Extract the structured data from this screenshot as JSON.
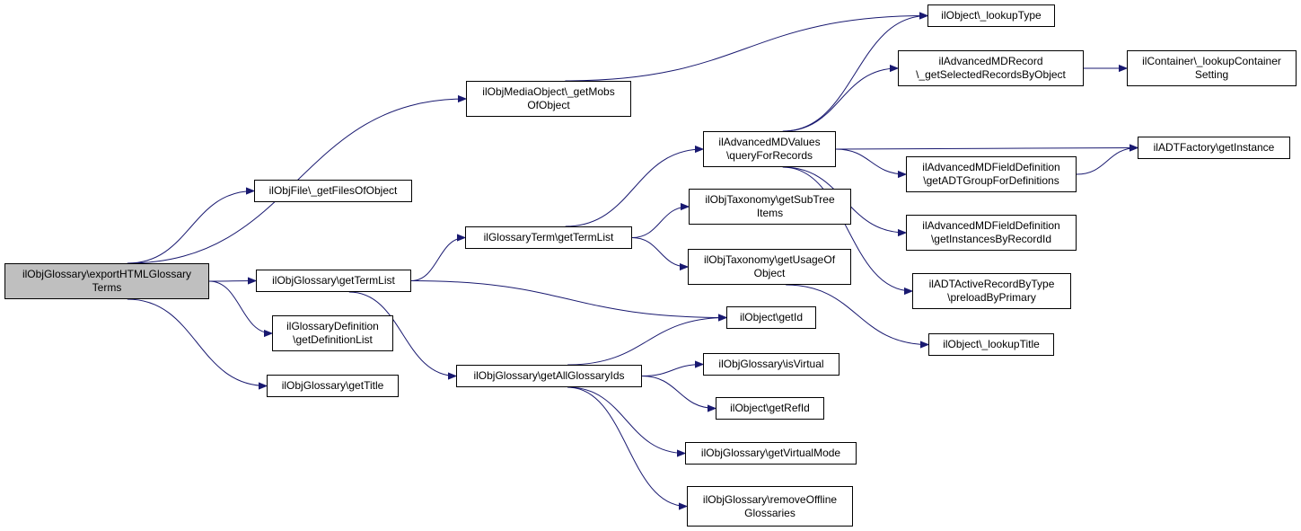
{
  "graph": {
    "nodes": [
      {
        "id": "root",
        "lines": [
          "ilObjGlossary\\exportHTMLGlossary",
          "Terms"
        ],
        "root": true
      },
      {
        "id": "getFilesOfObject",
        "lines": [
          "ilObjFile\\_getFilesOfObject"
        ]
      },
      {
        "id": "getMobsOfObject",
        "lines": [
          "ilObjMediaObject\\_getMobs",
          "OfObject"
        ]
      },
      {
        "id": "objGlossaryGetTermList",
        "lines": [
          "ilObjGlossary\\getTermList"
        ]
      },
      {
        "id": "getDefinitionList",
        "lines": [
          "ilGlossaryDefinition",
          "\\getDefinitionList"
        ]
      },
      {
        "id": "getTitle",
        "lines": [
          "ilObjGlossary\\getTitle"
        ]
      },
      {
        "id": "lookupType",
        "lines": [
          "ilObject\\_lookupType"
        ]
      },
      {
        "id": "getSelectedRecordsByObject",
        "lines": [
          "ilAdvancedMDRecord",
          "\\_getSelectedRecordsByObject"
        ]
      },
      {
        "id": "lookupContainerSetting",
        "lines": [
          "ilContainer\\_lookupContainer",
          "Setting"
        ]
      },
      {
        "id": "queryForRecords",
        "lines": [
          "ilAdvancedMDValues",
          "\\queryForRecords"
        ]
      },
      {
        "id": "adtFactoryGetInstance",
        "lines": [
          "ilADTFactory\\getInstance"
        ]
      },
      {
        "id": "getADTGroupForDefinitions",
        "lines": [
          "ilAdvancedMDFieldDefinition",
          "\\getADTGroupForDefinitions"
        ]
      },
      {
        "id": "getInstancesByRecordId",
        "lines": [
          "ilAdvancedMDFieldDefinition",
          "\\getInstancesByRecordId"
        ]
      },
      {
        "id": "preloadByPrimary",
        "lines": [
          "ilADTActiveRecordByType",
          "\\preloadByPrimary"
        ]
      },
      {
        "id": "glossaryTermGetTermList",
        "lines": [
          "ilGlossaryTerm\\getTermList"
        ]
      },
      {
        "id": "getSubTreeItems",
        "lines": [
          "ilObjTaxonomy\\getSubTree",
          "Items"
        ]
      },
      {
        "id": "getUsageOfObject",
        "lines": [
          "ilObjTaxonomy\\getUsageOf",
          "Object"
        ]
      },
      {
        "id": "lookupTitle",
        "lines": [
          "ilObject\\_lookupTitle"
        ]
      },
      {
        "id": "getId",
        "lines": [
          "ilObject\\getId"
        ]
      },
      {
        "id": "getAllGlossaryIds",
        "lines": [
          "ilObjGlossary\\getAllGlossaryIds"
        ]
      },
      {
        "id": "isVirtual",
        "lines": [
          "ilObjGlossary\\isVirtual"
        ]
      },
      {
        "id": "getRefId",
        "lines": [
          "ilObject\\getRefId"
        ]
      },
      {
        "id": "getVirtualMode",
        "lines": [
          "ilObjGlossary\\getVirtualMode"
        ]
      },
      {
        "id": "removeOfflineGlossaries",
        "lines": [
          "ilObjGlossary\\removeOffline",
          "Glossaries"
        ]
      }
    ],
    "edges": [
      [
        "root",
        "getFilesOfObject"
      ],
      [
        "root",
        "getMobsOfObject"
      ],
      [
        "root",
        "objGlossaryGetTermList"
      ],
      [
        "root",
        "getDefinitionList"
      ],
      [
        "root",
        "getTitle"
      ],
      [
        "getMobsOfObject",
        "lookupType"
      ],
      [
        "objGlossaryGetTermList",
        "glossaryTermGetTermList"
      ],
      [
        "objGlossaryGetTermList",
        "getId"
      ],
      [
        "objGlossaryGetTermList",
        "getAllGlossaryIds"
      ],
      [
        "glossaryTermGetTermList",
        "queryForRecords"
      ],
      [
        "glossaryTermGetTermList",
        "getSubTreeItems"
      ],
      [
        "glossaryTermGetTermList",
        "getUsageOfObject"
      ],
      [
        "queryForRecords",
        "lookupType"
      ],
      [
        "queryForRecords",
        "getSelectedRecordsByObject"
      ],
      [
        "queryForRecords",
        "adtFactoryGetInstance"
      ],
      [
        "queryForRecords",
        "getADTGroupForDefinitions"
      ],
      [
        "queryForRecords",
        "getInstancesByRecordId"
      ],
      [
        "queryForRecords",
        "preloadByPrimary"
      ],
      [
        "getSelectedRecordsByObject",
        "lookupContainerSetting"
      ],
      [
        "getADTGroupForDefinitions",
        "adtFactoryGetInstance"
      ],
      [
        "getUsageOfObject",
        "lookupTitle"
      ],
      [
        "getAllGlossaryIds",
        "getId"
      ],
      [
        "getAllGlossaryIds",
        "isVirtual"
      ],
      [
        "getAllGlossaryIds",
        "getRefId"
      ],
      [
        "getAllGlossaryIds",
        "getVirtualMode"
      ],
      [
        "getAllGlossaryIds",
        "removeOfflineGlossaries"
      ]
    ]
  }
}
